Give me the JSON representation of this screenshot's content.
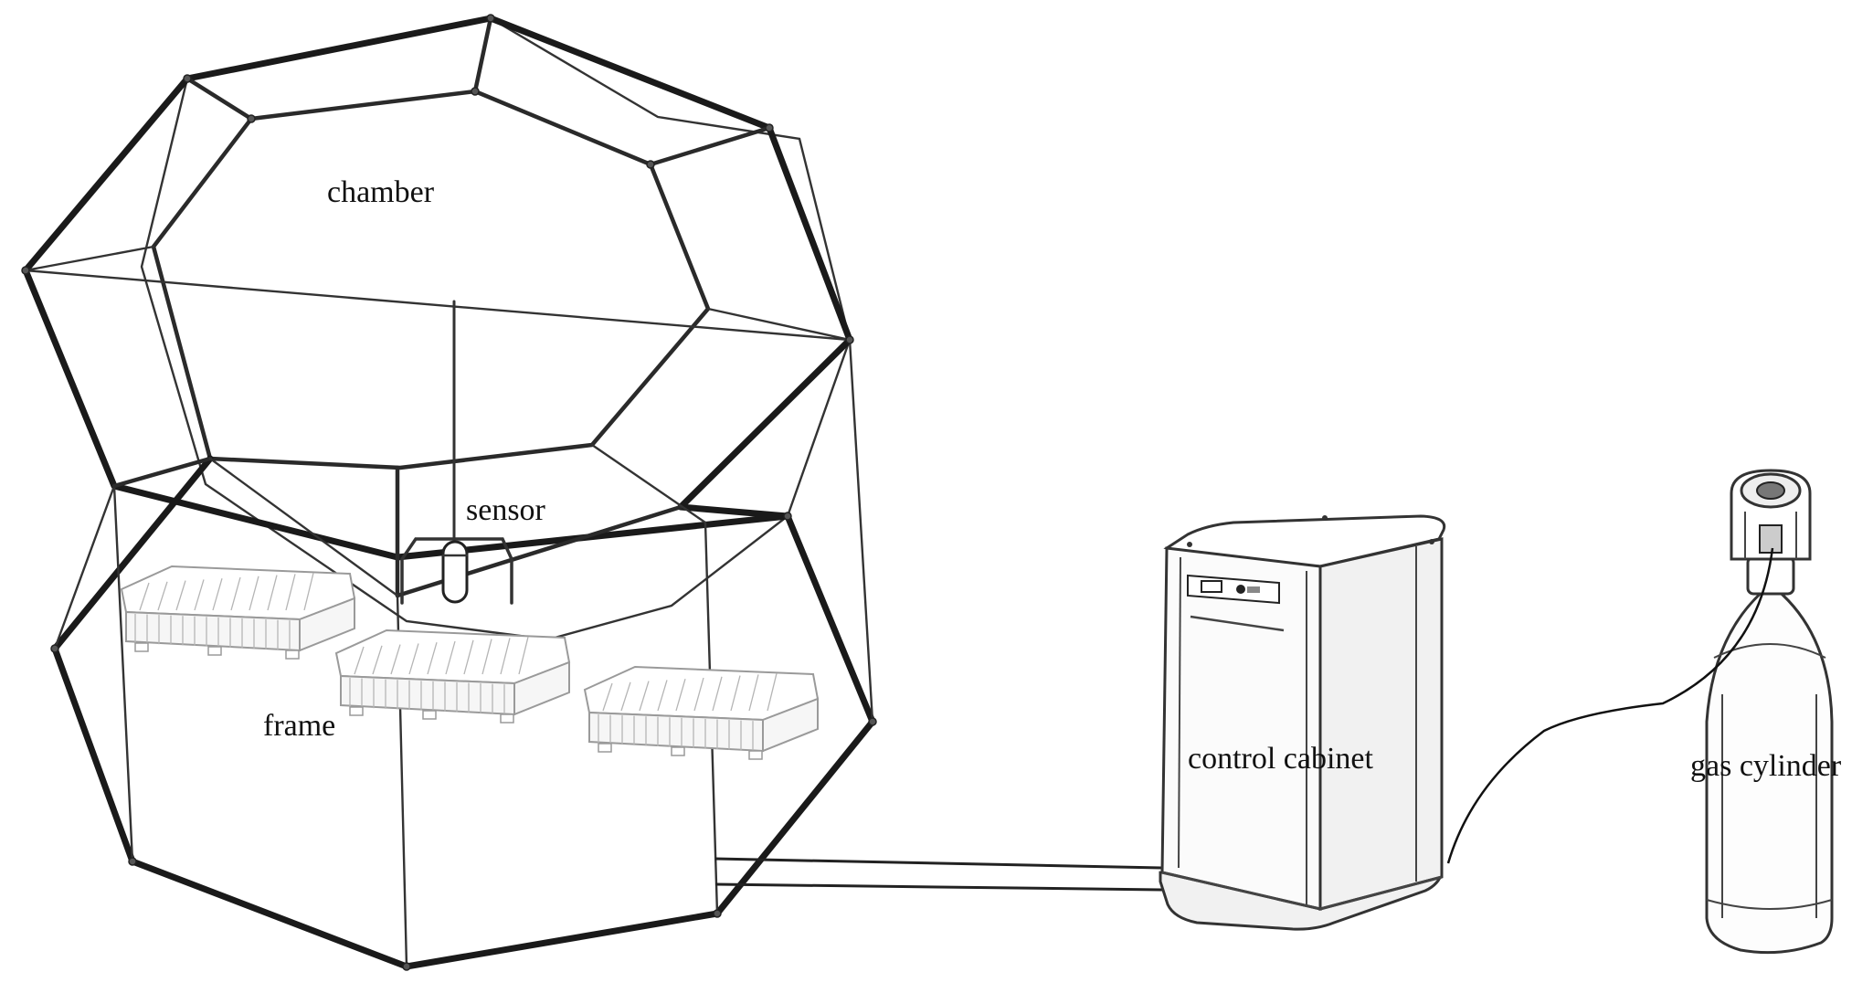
{
  "labels": {
    "chamber": "chamber",
    "sensor": "sensor",
    "frame": "frame",
    "control_cabinet": "control cabinet",
    "gas_cylinder": "gas cylinder"
  },
  "icons": {
    "chamber": "truncated-octahedron-wireframe-icon",
    "sensor": "sensor-probe-icon",
    "frame": "mesh-crate-icon",
    "control_cabinet": "cabinet-icon",
    "gas_cylinder": "gas-cylinder-icon"
  },
  "colors": {
    "line": "#1a1a1a",
    "background": "#ffffff"
  }
}
